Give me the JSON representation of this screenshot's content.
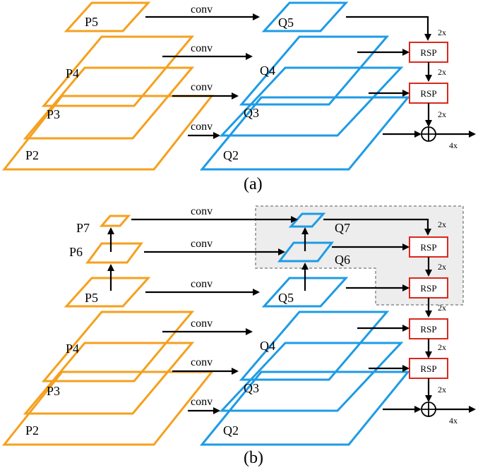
{
  "panel_a": {
    "caption": "(a)",
    "p_labels": [
      "P5",
      "P4",
      "P3",
      "P2"
    ],
    "q_labels": [
      "Q5",
      "Q4",
      "Q3",
      "Q2"
    ],
    "conv_label": "conv",
    "rsp_label": "RSP",
    "scale_2x": "2x",
    "scale_4x": "4x"
  },
  "panel_b": {
    "caption": "(b)",
    "p_labels": [
      "P7",
      "P6",
      "P5",
      "P4",
      "P3",
      "P2"
    ],
    "q_labels": [
      "Q7",
      "Q6",
      "Q5",
      "Q4",
      "Q3",
      "Q2"
    ],
    "conv_label": "conv",
    "rsp_label": "RSP",
    "scale_2x": "2x",
    "scale_4x": "4x"
  },
  "colors": {
    "p_levels": "#F5A01E",
    "q_levels": "#1E9BE6",
    "rsp_border": "#D9291C",
    "highlight_region": "#EDEDED"
  },
  "icons": {
    "sum": "circle-plus-icon"
  }
}
